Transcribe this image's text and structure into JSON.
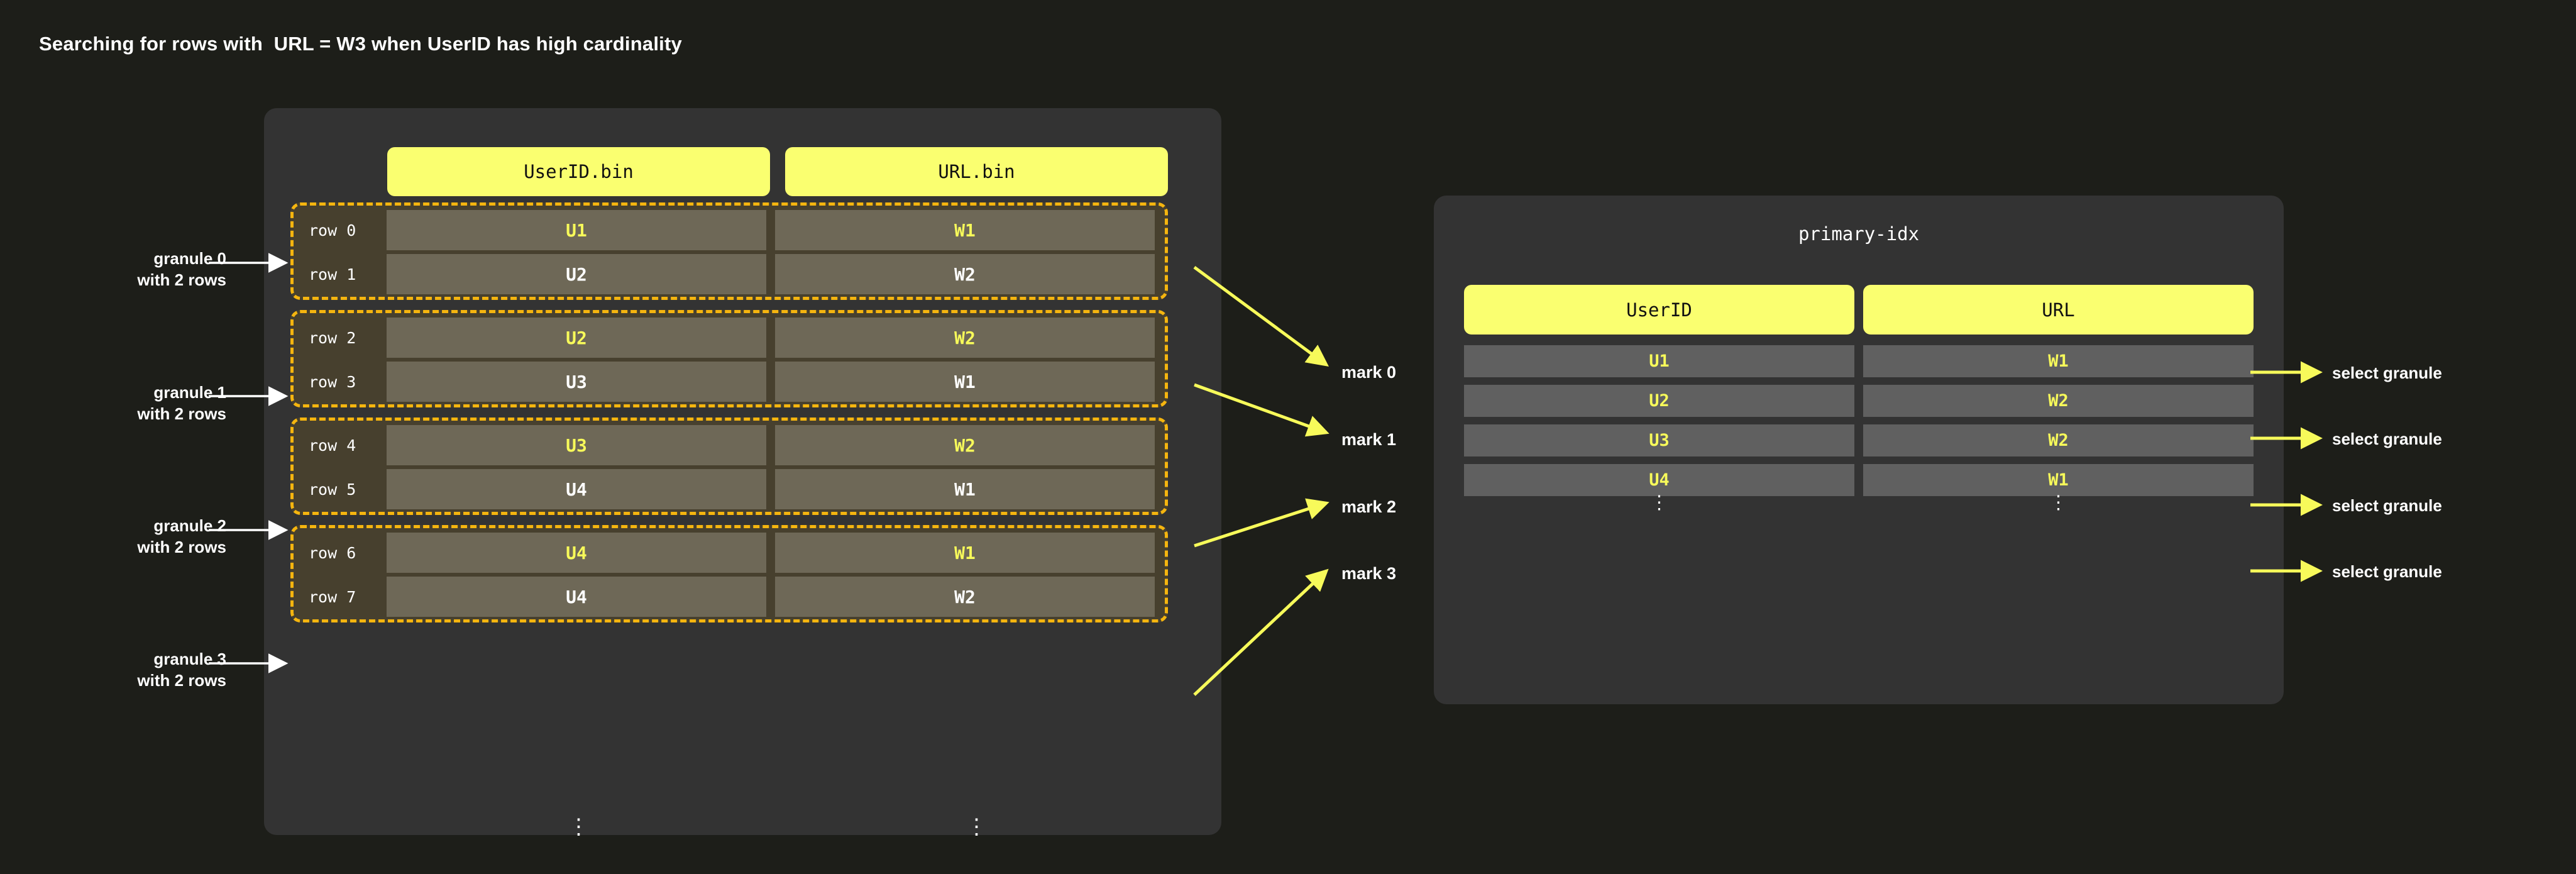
{
  "title": "Searching for rows with  URL = W3 when UserID has high cardinality",
  "colors": {
    "page_background": "#1d1e19",
    "panel_background": "#333333",
    "accent_yellow": "#faff70",
    "granule_border": "#f5b50f",
    "granule_background": "#47402e",
    "data_cell": "#6e6857",
    "index_cell": "#606060",
    "mark_text": "#f7fa5a",
    "text": "#ffffff"
  },
  "parts_panel": {
    "columns": [
      {
        "name": "UserID.bin"
      },
      {
        "name": "URL.bin"
      }
    ],
    "column_ellipsis": [
      "⋮",
      "⋮"
    ],
    "granules": [
      {
        "note_line1": "granule 0",
        "note_line2": "with 2 rows",
        "rows": [
          {
            "row_label": "row 0",
            "userid": "U1",
            "url": "W1",
            "is_mark_row": true
          },
          {
            "row_label": "row 1",
            "userid": "U2",
            "url": "W2",
            "is_mark_row": false
          }
        ]
      },
      {
        "note_line1": "granule 1",
        "note_line2": "with 2 rows",
        "rows": [
          {
            "row_label": "row 2",
            "userid": "U2",
            "url": "W2",
            "is_mark_row": true
          },
          {
            "row_label": "row 3",
            "userid": "U3",
            "url": "W1",
            "is_mark_row": false
          }
        ]
      },
      {
        "note_line1": "granule 2",
        "note_line2": "with 2 rows",
        "rows": [
          {
            "row_label": "row 4",
            "userid": "U3",
            "url": "W2",
            "is_mark_row": true
          },
          {
            "row_label": "row 5",
            "userid": "U4",
            "url": "W1",
            "is_mark_row": false
          }
        ]
      },
      {
        "note_line1": "granule 3",
        "note_line2": "with 2 rows",
        "rows": [
          {
            "row_label": "row 6",
            "userid": "U4",
            "url": "W1",
            "is_mark_row": true
          },
          {
            "row_label": "row 7",
            "userid": "U4",
            "url": "W2",
            "is_mark_row": false
          }
        ]
      }
    ]
  },
  "marks": [
    {
      "label": "mark 0"
    },
    {
      "label": "mark 1"
    },
    {
      "label": "mark 2"
    },
    {
      "label": "mark 3"
    }
  ],
  "index_panel": {
    "title": "primary-idx",
    "columns": [
      {
        "name": "UserID"
      },
      {
        "name": "URL"
      }
    ],
    "rows": [
      {
        "userid": "U1",
        "url": "W1",
        "action": "select granule"
      },
      {
        "userid": "U2",
        "url": "W2",
        "action": "select granule"
      },
      {
        "userid": "U3",
        "url": "W2",
        "action": "select granule"
      },
      {
        "userid": "U4",
        "url": "W1",
        "action": "select granule"
      }
    ],
    "column_ellipsis": [
      "⋮",
      "⋮"
    ]
  }
}
